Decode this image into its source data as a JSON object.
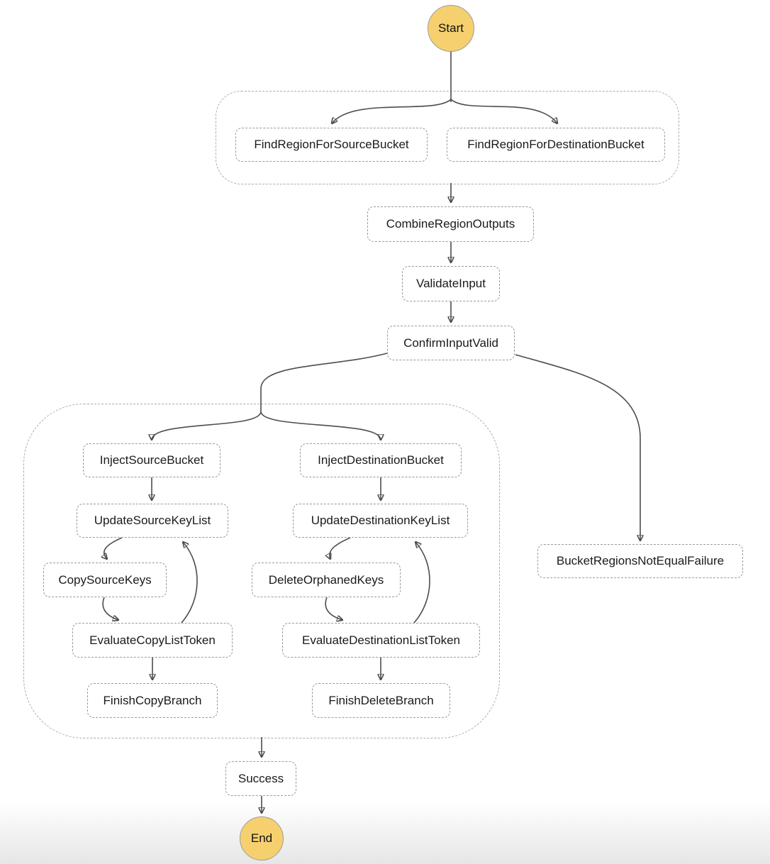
{
  "diagram": {
    "terminals": {
      "start": "Start",
      "end": "End"
    },
    "nodes": {
      "find_region_source": "FindRegionForSourceBucket",
      "find_region_dest": "FindRegionForDestinationBucket",
      "combine_region_outputs": "CombineRegionOutputs",
      "validate_input": "ValidateInput",
      "confirm_input_valid": "ConfirmInputValid",
      "inject_source_bucket": "InjectSourceBucket",
      "inject_destination_bucket": "InjectDestinationBucket",
      "update_source_key_list": "UpdateSourceKeyList",
      "update_destination_key_list": "UpdateDestinationKeyList",
      "copy_source_keys": "CopySourceKeys",
      "delete_orphaned_keys": "DeleteOrphanedKeys",
      "evaluate_copy_list_token": "EvaluateCopyListToken",
      "evaluate_destination_list_token": "EvaluateDestinationListToken",
      "finish_copy_branch": "FinishCopyBranch",
      "finish_delete_branch": "FinishDeleteBranch",
      "bucket_regions_not_equal_failure": "BucketRegionsNotEqualFailure",
      "success": "Success"
    },
    "edges": [
      {
        "from": "Start",
        "to": "FindRegionForSourceBucket"
      },
      {
        "from": "Start",
        "to": "FindRegionForDestinationBucket"
      },
      {
        "from": "ParallelFindRegions",
        "to": "CombineRegionOutputs"
      },
      {
        "from": "CombineRegionOutputs",
        "to": "ValidateInput"
      },
      {
        "from": "ValidateInput",
        "to": "ConfirmInputValid"
      },
      {
        "from": "ConfirmInputValid",
        "to": "InjectSourceBucket"
      },
      {
        "from": "ConfirmInputValid",
        "to": "InjectDestinationBucket"
      },
      {
        "from": "ConfirmInputValid",
        "to": "BucketRegionsNotEqualFailure"
      },
      {
        "from": "InjectSourceBucket",
        "to": "UpdateSourceKeyList"
      },
      {
        "from": "UpdateSourceKeyList",
        "to": "CopySourceKeys"
      },
      {
        "from": "CopySourceKeys",
        "to": "EvaluateCopyListToken"
      },
      {
        "from": "EvaluateCopyListToken",
        "to": "UpdateSourceKeyList"
      },
      {
        "from": "EvaluateCopyListToken",
        "to": "FinishCopyBranch"
      },
      {
        "from": "InjectDestinationBucket",
        "to": "UpdateDestinationKeyList"
      },
      {
        "from": "UpdateDestinationKeyList",
        "to": "DeleteOrphanedKeys"
      },
      {
        "from": "DeleteOrphanedKeys",
        "to": "EvaluateDestinationListToken"
      },
      {
        "from": "EvaluateDestinationListToken",
        "to": "UpdateDestinationKeyList"
      },
      {
        "from": "EvaluateDestinationListToken",
        "to": "FinishDeleteBranch"
      },
      {
        "from": "ParallelSyncBranches",
        "to": "Success"
      },
      {
        "from": "Success",
        "to": "End"
      }
    ],
    "colors": {
      "terminal_fill": "#F6D06F",
      "terminal_border": "#9B9B9B",
      "node_border": "#9A9A9A",
      "group_border": "#ABABAB",
      "edge": "#4D4D4D",
      "text": "#1A1A1A",
      "background": "#FFFFFF"
    }
  }
}
